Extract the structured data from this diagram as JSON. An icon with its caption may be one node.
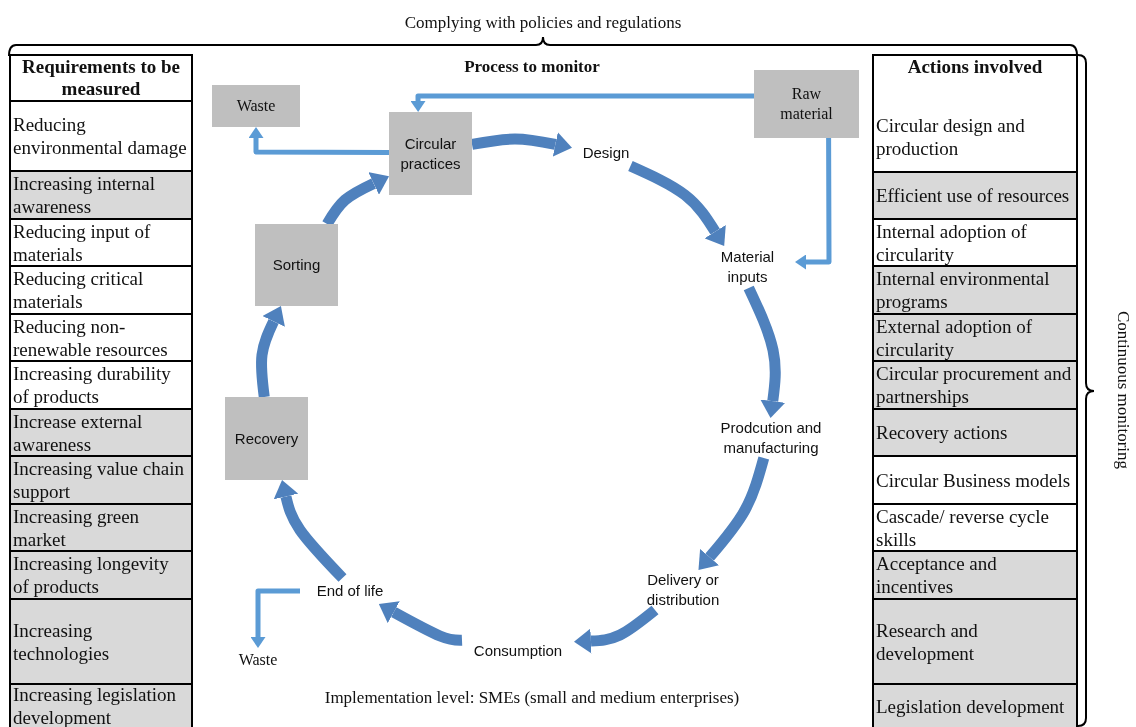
{
  "diagram": {
    "nodes": [
      {
        "text": [
          "Waste"
        ]
      },
      {
        "text": [
          "Circular practices"
        ]
      },
      {
        "text": [
          "Raw material"
        ]
      },
      {
        "text": [
          "Design"
        ]
      },
      {
        "text": [
          "Material inputs"
        ]
      },
      {
        "text": [
          "Prodcution and manufacturing"
        ]
      },
      {
        "text": [
          "Delivery or distribution"
        ]
      },
      {
        "text": [
          "Consumption"
        ]
      },
      {
        "text": [
          "End of life"
        ]
      },
      {
        "text": [
          "Waste"
        ]
      },
      {
        "text": [
          "Recovery"
        ]
      },
      {
        "text": [
          "Sorting"
        ]
      }
    ],
    "edges": [
      {
        "from": 1,
        "to": 3,
        "arrow": "to"
      },
      {
        "from": 3,
        "to": 4,
        "arrow": "to"
      },
      {
        "from": 4,
        "to": 5,
        "arrow": "to"
      },
      {
        "from": 5,
        "to": 6,
        "arrow": "to"
      },
      {
        "from": 6,
        "to": 7,
        "arrow": "to"
      },
      {
        "from": 7,
        "to": 8,
        "arrow": "to"
      },
      {
        "from": 8,
        "to": 10,
        "arrow": "to"
      },
      {
        "from": 10,
        "to": 11,
        "arrow": "to"
      },
      {
        "from": 11,
        "to": 1,
        "arrow": "to"
      },
      {
        "from": 1,
        "to": 0,
        "arrow": "to",
        "color": "#5b9bd5"
      },
      {
        "from": 2,
        "to": 1,
        "arrow": "to",
        "color": "#5b9bd5"
      },
      {
        "from": 2,
        "to": 4,
        "arrow": "to",
        "color": "#5b9bd5"
      },
      {
        "from": 8,
        "to": 9,
        "arrow": "to",
        "color": "#5b9bd5"
      }
    ],
    "labels": [
      "Complying with policies and regulations",
      "Requirements to be measured",
      "Reducing environmental damage",
      "Increasing internal awareness",
      "Reducing input of materials",
      "Reducing critical materials",
      "Reducing non-renewable resources",
      "Increasing durability of products",
      "Increase external awareness",
      "Increasing value chain support",
      "Increasing green market",
      "Increasing longevity of products",
      "Increasing technologies",
      "Increasing legislation development",
      "Process to monitor",
      "Actions involved",
      "Circular design and production",
      "Efficient use of resources",
      "Internal adoption of circularity",
      "Internal environmental programs",
      "External adoption of circularity",
      "Circular procurement and partnerships",
      "Recovery actions",
      "Circular Business models",
      "Cascade/ reverse cycle skills",
      "Acceptance and incentives",
      "Research and development",
      "Legislation development",
      "Continuous monitoring",
      "Implementation level: SMEs (small and medium enterprises)"
    ]
  }
}
